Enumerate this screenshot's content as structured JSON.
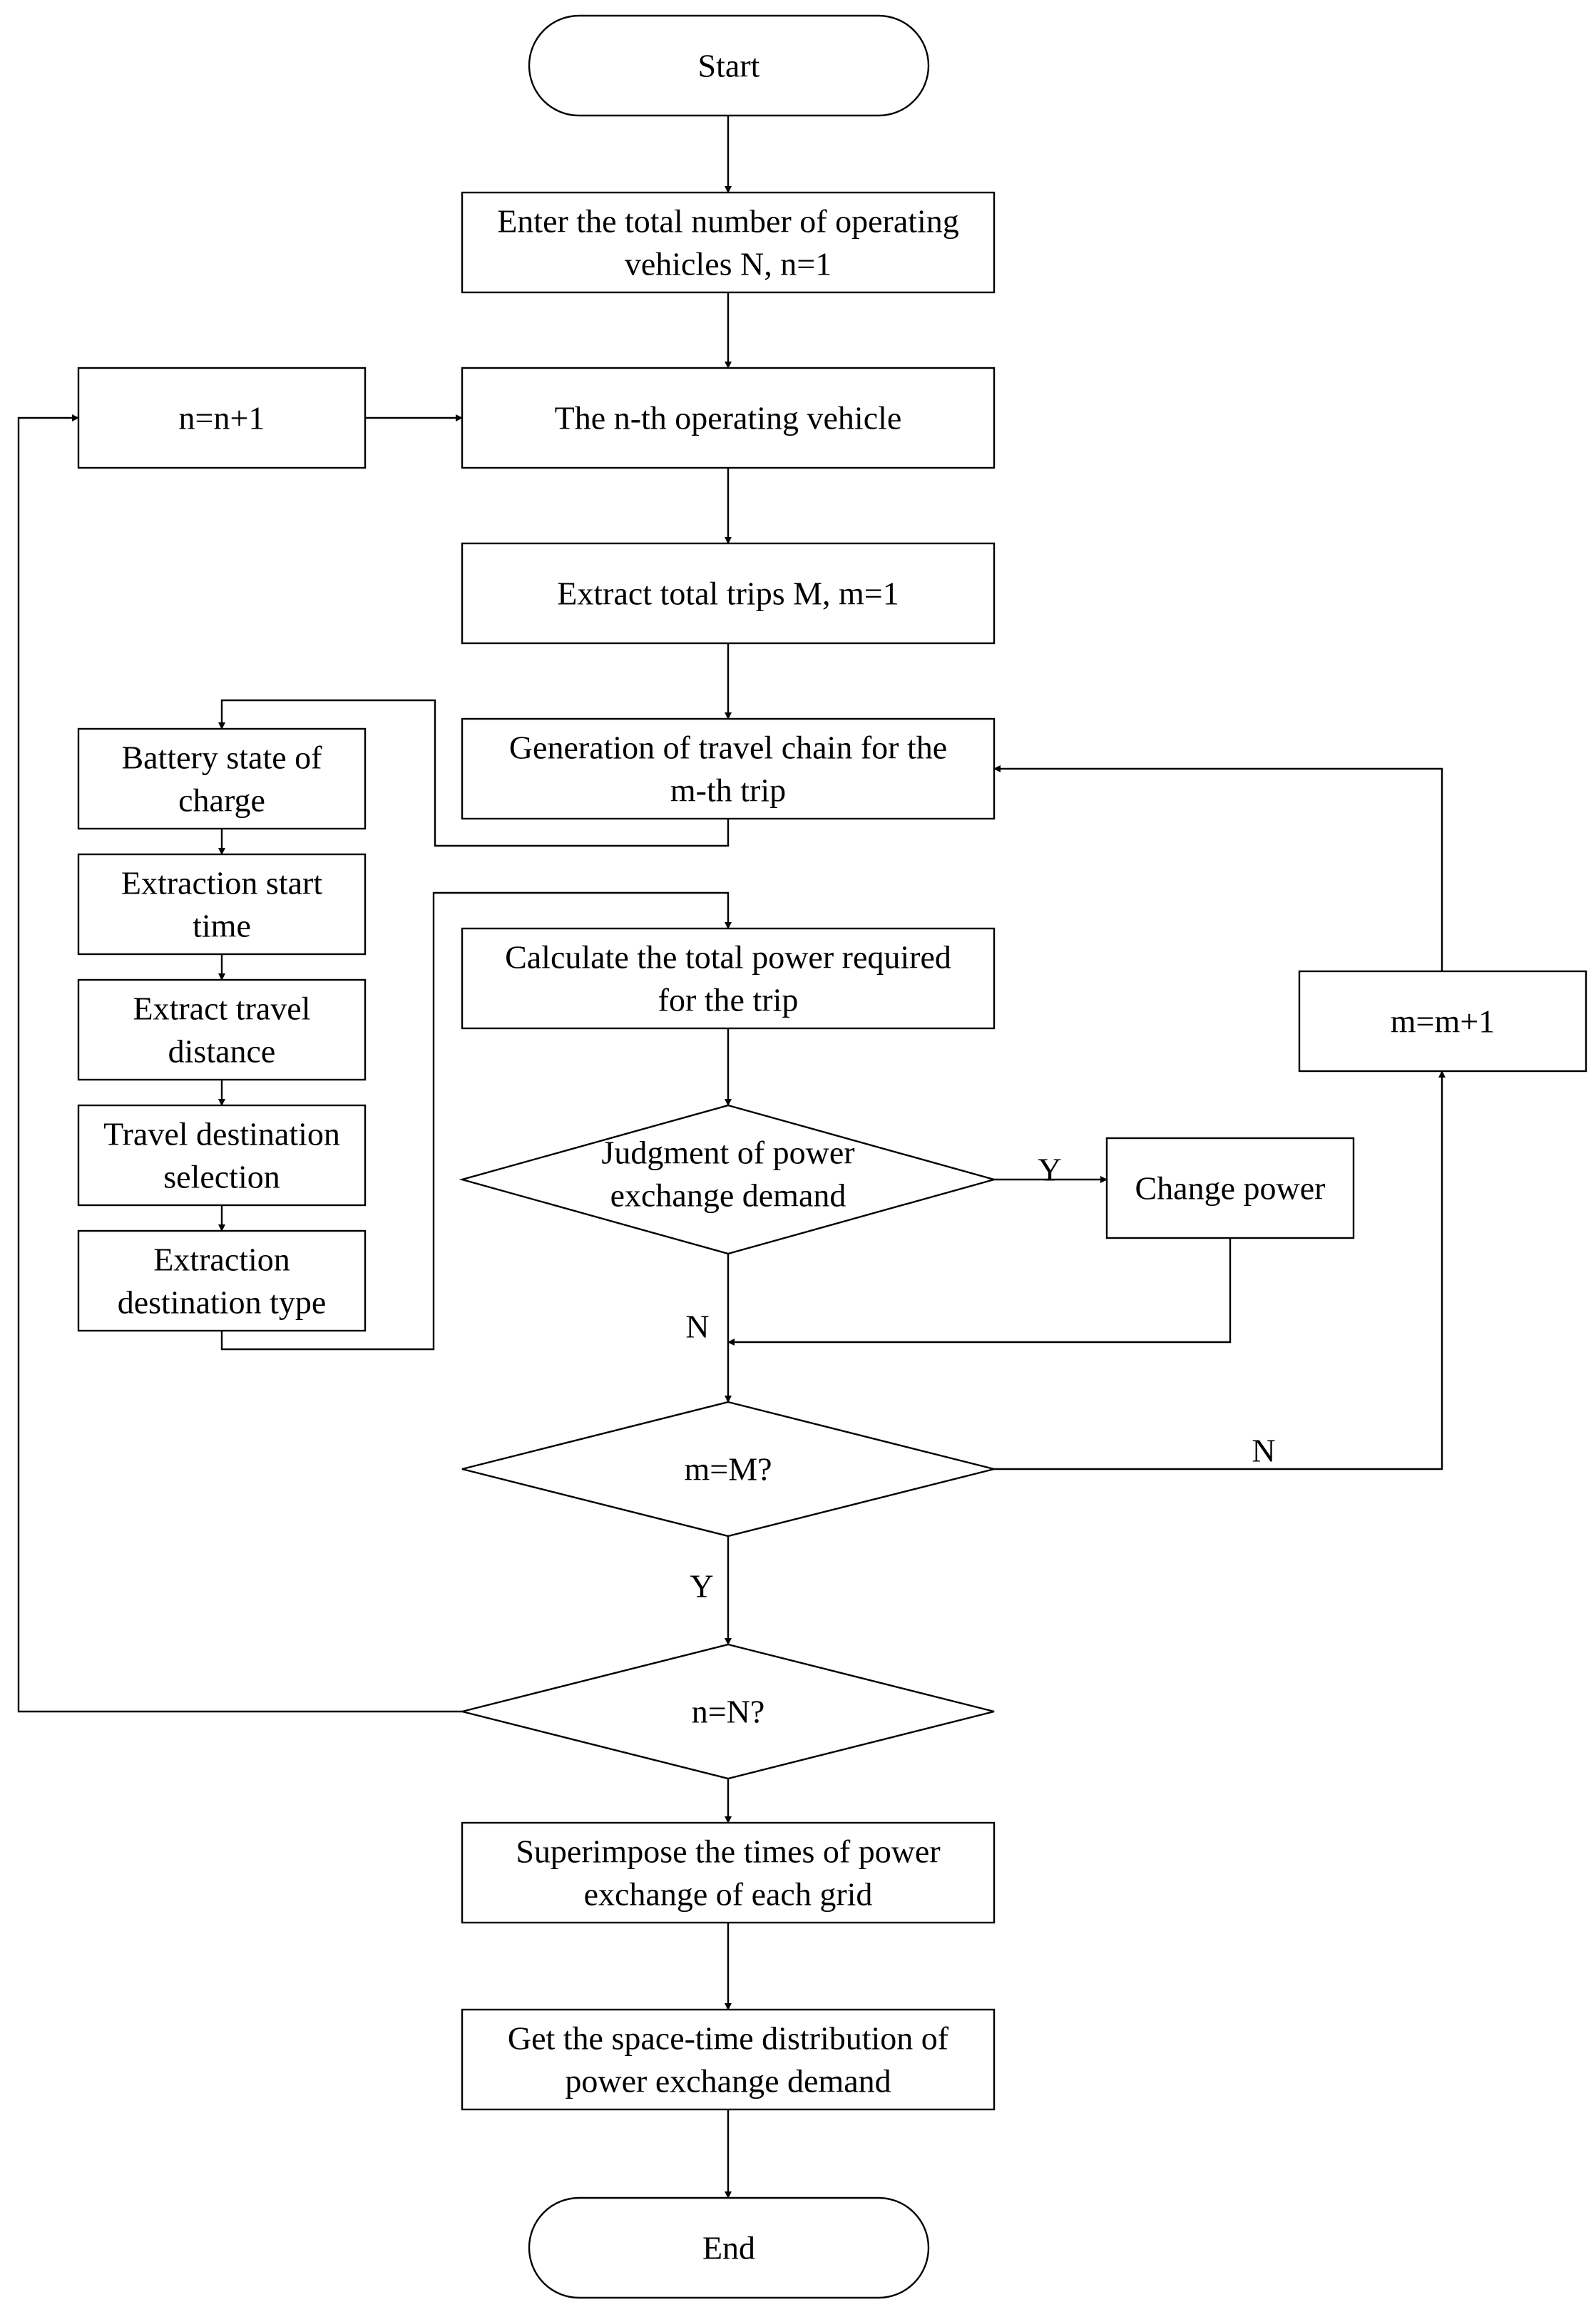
{
  "nodes": {
    "start": [
      "Start"
    ],
    "enter": [
      "Enter the total number of operating",
      "vehicles N, n=1"
    ],
    "nplus": [
      "n=n+1"
    ],
    "nth": [
      "The n-th operating vehicle"
    ],
    "extract_trips": [
      "Extract total trips M, m=1"
    ],
    "chain": [
      "Generation of travel chain for the",
      "m-th trip"
    ],
    "battery": [
      "Battery state of",
      "charge"
    ],
    "start_time": [
      "Extraction start",
      "time"
    ],
    "distance": [
      "Extract travel",
      "distance"
    ],
    "destination": [
      "Travel destination",
      "selection"
    ],
    "dest_type": [
      "Extraction",
      "destination type"
    ],
    "calc": [
      "Calculate the total power required",
      "for the trip"
    ],
    "judgment": [
      "Judgment of power",
      "exchange demand"
    ],
    "change": [
      "Change power"
    ],
    "mplus": [
      "m=m+1"
    ],
    "m_eq": [
      "m=M?"
    ],
    "n_eq": [
      "n=N?"
    ],
    "superimpose": [
      "Superimpose the times of power",
      "exchange of each grid"
    ],
    "distribution": [
      "Get the space-time distribution of",
      "power exchange demand"
    ],
    "end": [
      "End"
    ]
  },
  "edge_labels": {
    "judgment_yes": "Y",
    "judgment_no": "N",
    "m_no": "N",
    "m_yes": "Y"
  }
}
